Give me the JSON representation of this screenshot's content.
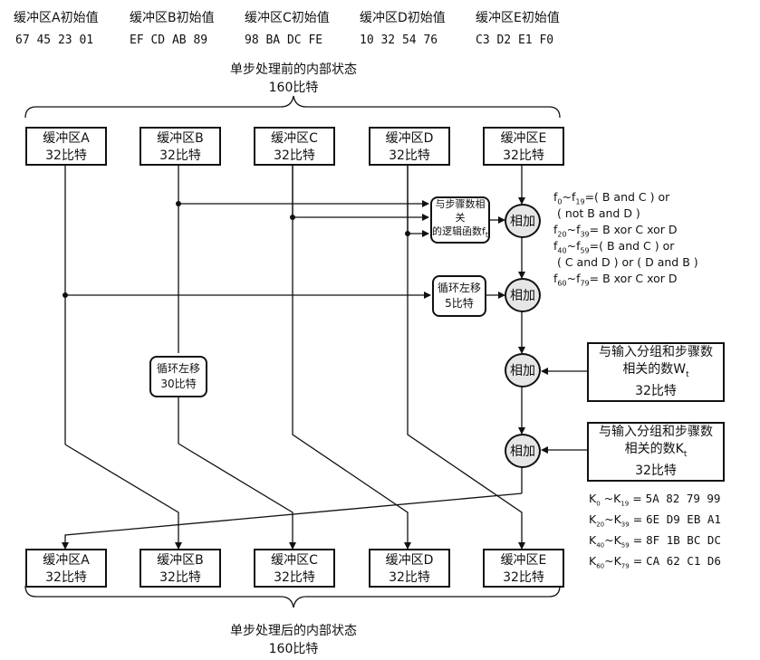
{
  "initial_values": [
    {
      "label": "缓冲区A初始值",
      "value": "67 45 23 01"
    },
    {
      "label": "缓冲区B初始值",
      "value": "EF CD AB 89"
    },
    {
      "label": "缓冲区C初始值",
      "value": "98 BA DC FE"
    },
    {
      "label": "缓冲区D初始值",
      "value": "10 32 54 76"
    },
    {
      "label": "缓冲区E初始值",
      "value": "C3 D2 E1 F0"
    }
  ],
  "state_before": {
    "title": "单步处理前的内部状态",
    "bits": "160比特"
  },
  "state_after": {
    "title": "单步处理后的内部状态",
    "bits": "160比特"
  },
  "registers_top": [
    {
      "name": "缓冲区A",
      "bits": "32比特"
    },
    {
      "name": "缓冲区B",
      "bits": "32比特"
    },
    {
      "name": "缓冲区C",
      "bits": "32比特"
    },
    {
      "name": "缓冲区D",
      "bits": "32比特"
    },
    {
      "name": "缓冲区E",
      "bits": "32比特"
    }
  ],
  "registers_bottom": [
    {
      "name": "缓冲区A",
      "bits": "32比特"
    },
    {
      "name": "缓冲区B",
      "bits": "32比特"
    },
    {
      "name": "缓冲区C",
      "bits": "32比特"
    },
    {
      "name": "缓冲区D",
      "bits": "32比特"
    },
    {
      "name": "缓冲区E",
      "bits": "32比特"
    }
  ],
  "logic_func": {
    "line1": "与步骤数相关",
    "line2": "的逻辑函数f",
    "sub": "t"
  },
  "rotate5": {
    "line1": "循环左移",
    "line2": "5比特"
  },
  "rotate30": {
    "line1": "循环左移",
    "line2": "30比特"
  },
  "adder_label": "相加",
  "input_w": {
    "line1": "与输入分组和步骤数",
    "line2": "相关的数W",
    "sub": "t",
    "line3": "32比特"
  },
  "input_k": {
    "line1": "与输入分组和步骤数",
    "line2": "相关的数K",
    "sub": "t",
    "line3": "32比特"
  },
  "functions": [
    {
      "range_a": "f",
      "sa": "0",
      "tilde": "~f",
      "sb": "19",
      "expr": "=( B  and  C ) or"
    },
    {
      "range_a": "",
      "sa": "",
      "tilde": "",
      "sb": "",
      "expr": "( not  B  and  D )"
    },
    {
      "range_a": "f",
      "sa": "20",
      "tilde": "~f",
      "sb": "39",
      "expr": "= B  xor  C  xor D"
    },
    {
      "range_a": "f",
      "sa": "40",
      "tilde": "~f",
      "sb": "59",
      "expr": "=( B  and  C ) or"
    },
    {
      "range_a": "",
      "sa": "",
      "tilde": "",
      "sb": "",
      "expr": "( C  and  D ) or ( D  and  B )"
    },
    {
      "range_a": "f",
      "sa": "60",
      "tilde": "~f",
      "sb": "79",
      "expr": "= B  xor  C  xor  D"
    }
  ],
  "k_constants": [
    {
      "a": "K",
      "sa": "0",
      "t": " ~K",
      "sb": "19",
      "eq": " = ",
      "value": "5A 82 79 99"
    },
    {
      "a": "K",
      "sa": "20",
      "t": "~K",
      "sb": "39",
      "eq": " = ",
      "value": "6E D9 EB A1"
    },
    {
      "a": "K",
      "sa": "40",
      "t": "~K",
      "sb": "59",
      "eq": " = ",
      "value": "8F 1B BC DC"
    },
    {
      "a": "K",
      "sa": "60",
      "t": "~K",
      "sb": "79",
      "eq": " = ",
      "value": "CA 62 C1 D6"
    }
  ]
}
